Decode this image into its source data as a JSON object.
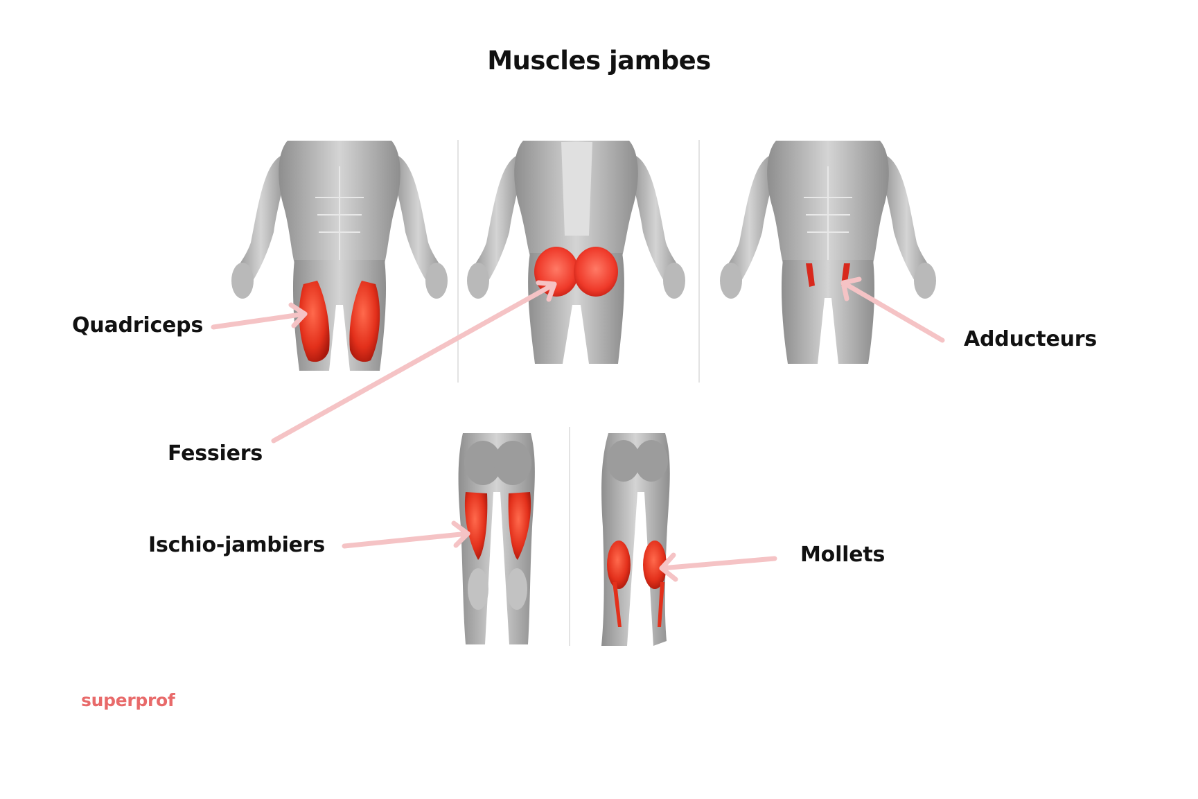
{
  "page": {
    "title": "Muscles jambes",
    "brand": "superprof"
  },
  "colors": {
    "background": "#ffffff",
    "text": "#111111",
    "brand": "#e86a6a",
    "arrow": "#f5c3c5",
    "muscle_highlight": "#e8331f",
    "body_gray": "#a9a9a9",
    "divider": "#e3e3e3"
  },
  "figures": [
    {
      "id": "front-full",
      "view": "front",
      "highlight": "quadriceps"
    },
    {
      "id": "back-full",
      "view": "back",
      "highlight": "fessiers"
    },
    {
      "id": "front-full-2",
      "view": "front",
      "highlight": "adducteurs"
    },
    {
      "id": "back-legs",
      "view": "back",
      "highlight": "ischio-jambiers"
    },
    {
      "id": "back-legs-2",
      "view": "back",
      "highlight": "mollets"
    }
  ],
  "labels": {
    "quadriceps": "Quadriceps",
    "fessiers": "Fessiers",
    "adducteurs": "Adducteurs",
    "ischio": "Ischio-jambiers",
    "mollets": "Mollets"
  }
}
